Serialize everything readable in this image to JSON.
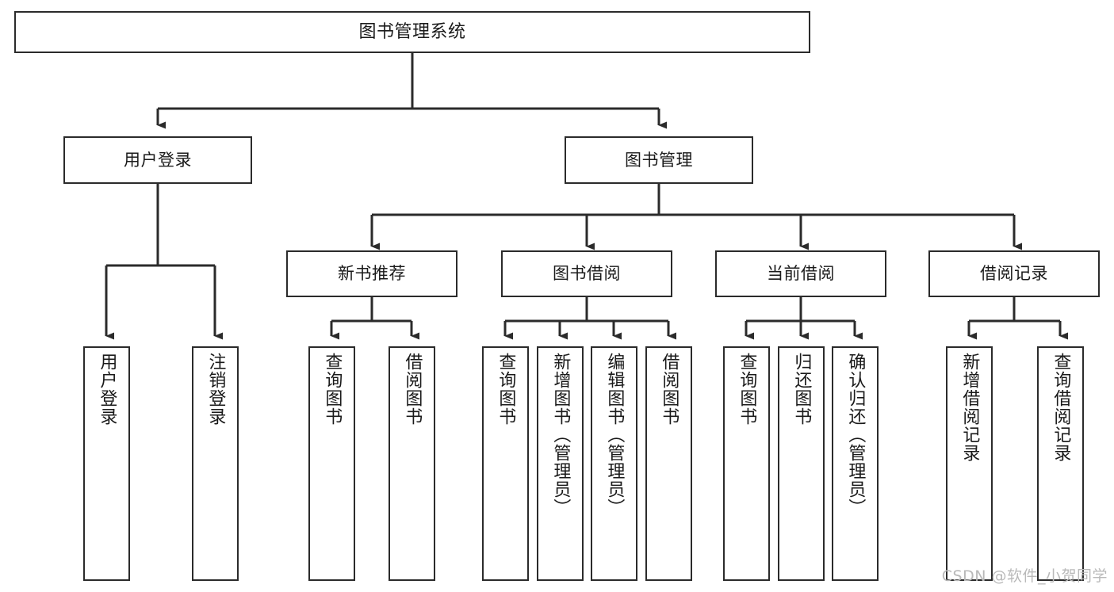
{
  "diagram": {
    "title": "图书管理系统",
    "type": "tree",
    "watermark": "CSDN @软件_小贺同学",
    "colors": {
      "stroke": "#2b2b2b",
      "fill": "#ffffff",
      "text": "#1a1a1a",
      "watermark": "#b9b9b9"
    },
    "nodes": {
      "root": {
        "label": "图书管理系统"
      },
      "level2": [
        {
          "id": "user-login",
          "label": "用户登录"
        },
        {
          "id": "book-manage",
          "label": "图书管理"
        }
      ],
      "level3": [
        {
          "id": "new-book-rec",
          "label": "新书推荐"
        },
        {
          "id": "book-borrow",
          "label": "图书借阅"
        },
        {
          "id": "current-borrow",
          "label": "当前借阅"
        },
        {
          "id": "borrow-record",
          "label": "借阅记录"
        }
      ],
      "leaves": [
        {
          "id": "leaf-user-login",
          "label": "用户登录",
          "parent": "user-login"
        },
        {
          "id": "leaf-logout",
          "label": "注销登录",
          "parent": "user-login"
        },
        {
          "id": "leaf-query-book-1",
          "label": "查询图书",
          "parent": "new-book-rec"
        },
        {
          "id": "leaf-borrow-book-1",
          "label": "借阅图书",
          "parent": "new-book-rec"
        },
        {
          "id": "leaf-query-book-2",
          "label": "查询图书",
          "parent": "book-borrow"
        },
        {
          "id": "leaf-add-book",
          "label": "新增图书（管理员）",
          "parent": "book-borrow"
        },
        {
          "id": "leaf-edit-book",
          "label": "编辑图书（管理员）",
          "parent": "book-borrow"
        },
        {
          "id": "leaf-borrow-book-2",
          "label": "借阅图书",
          "parent": "book-borrow"
        },
        {
          "id": "leaf-query-book-3",
          "label": "查询图书",
          "parent": "current-borrow"
        },
        {
          "id": "leaf-return-book",
          "label": "归还图书",
          "parent": "current-borrow"
        },
        {
          "id": "leaf-confirm-return",
          "label": "确认归还（管理员）",
          "parent": "current-borrow"
        },
        {
          "id": "leaf-add-record",
          "label": "新增借阅记录",
          "parent": "borrow-record"
        },
        {
          "id": "leaf-query-record",
          "label": "查询借阅记录",
          "parent": "borrow-record"
        }
      ]
    }
  }
}
